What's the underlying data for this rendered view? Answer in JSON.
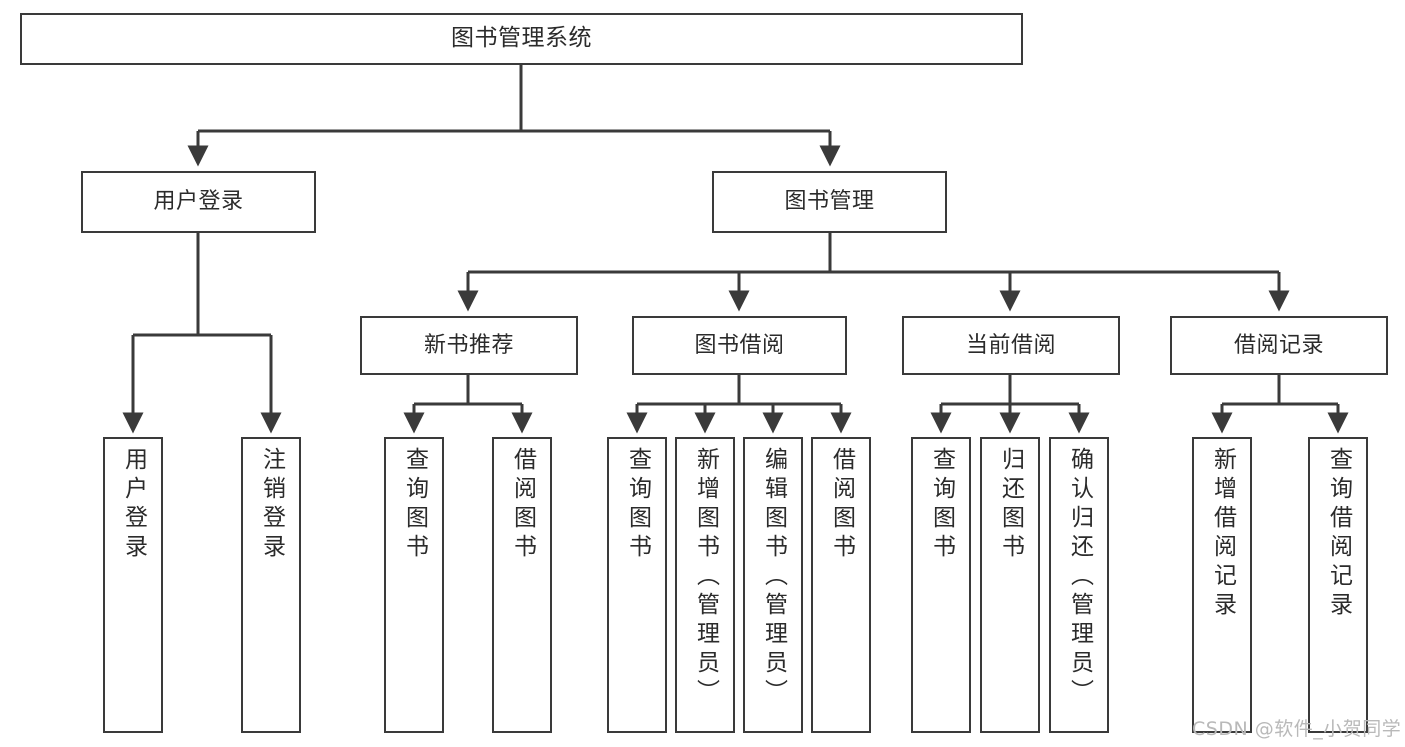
{
  "diagram": {
    "title": "图书管理系统",
    "watermark": "CSDN @软件_小贺同学",
    "line_color": "#3a3a3a",
    "text_color": "#2b2b2b",
    "background": "#ffffff",
    "nodes": {
      "root": "图书管理系统",
      "user_login": "用户登录",
      "book_manage": "图书管理",
      "new_book_rec": "新书推荐",
      "book_borrow": "图书借阅",
      "current_borrow": "当前借阅",
      "borrow_record": "借阅记录",
      "leaf_user_login": "用户登录",
      "leaf_logout": "注销登录",
      "leaf_query_book_1": "查询图书",
      "leaf_borrow_book_1": "借阅图书",
      "leaf_query_book_2": "查询图书",
      "leaf_add_book_admin": "新增图书（管理员）",
      "leaf_edit_book_admin": "编辑图书（管理员）",
      "leaf_borrow_book_2": "借阅图书",
      "leaf_query_book_3": "查询图书",
      "leaf_return_book": "归还图书",
      "leaf_confirm_return_admin": "确认归还（管理员）",
      "leaf_add_record": "新增借阅记录",
      "leaf_query_record": "查询借阅记录"
    }
  }
}
